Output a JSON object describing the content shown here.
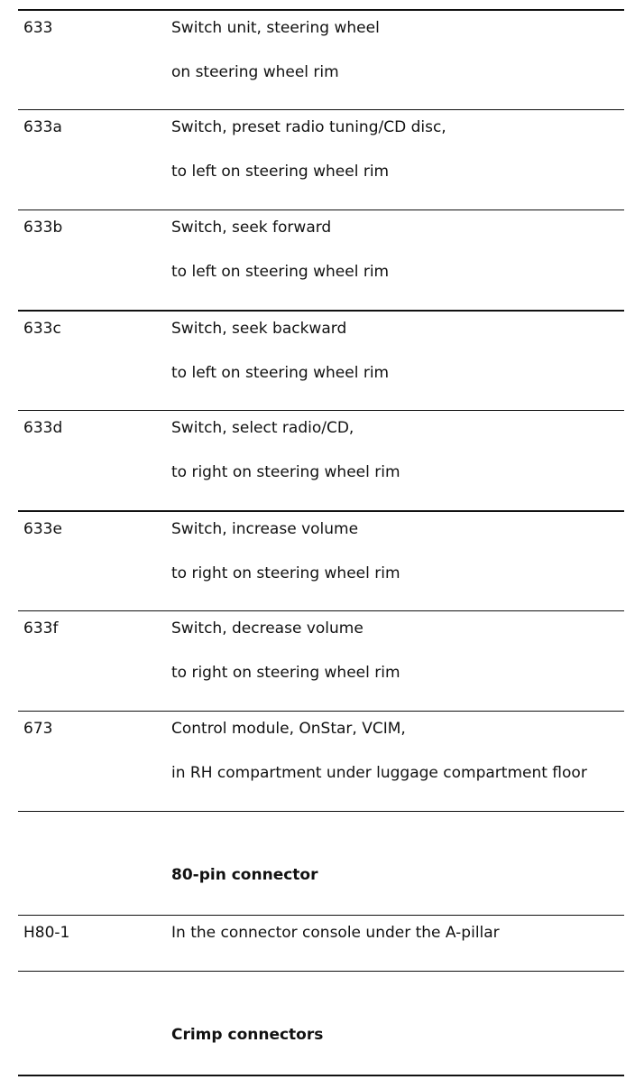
{
  "entries": [
    {
      "code": "633",
      "description": "Switch unit, steering wheel",
      "location": "on steering wheel rim"
    },
    {
      "code": "633a",
      "description": "Switch, preset radio tuning/CD disc,",
      "location": "to left on steering wheel rim"
    },
    {
      "code": "633b",
      "description": "Switch, seek forward",
      "location": "to left on steering wheel rim"
    },
    {
      "code": "633c",
      "description": "Switch, seek backward",
      "location": "to left on steering wheel rim"
    },
    {
      "code": "633d",
      "description": "Switch, select radio/CD,",
      "location": "to right on steering wheel rim"
    },
    {
      "code": "633e",
      "description": "Switch, increase volume",
      "location": "to right on steering wheel rim"
    },
    {
      "code": "633f",
      "description": "Switch, decrease volume",
      "location": "to right on steering wheel rim"
    },
    {
      "code": "673",
      "description": "Control module, OnStar, VCIM,",
      "location": "in RH compartment under luggage compartment floor"
    }
  ],
  "section_connectors": {
    "heading": "80-pin connector",
    "entries": [
      {
        "code": "H80-1",
        "description": "In the connector console under the A-pillar"
      }
    ]
  },
  "section_crimp": {
    "heading": "Crimp connectors"
  }
}
